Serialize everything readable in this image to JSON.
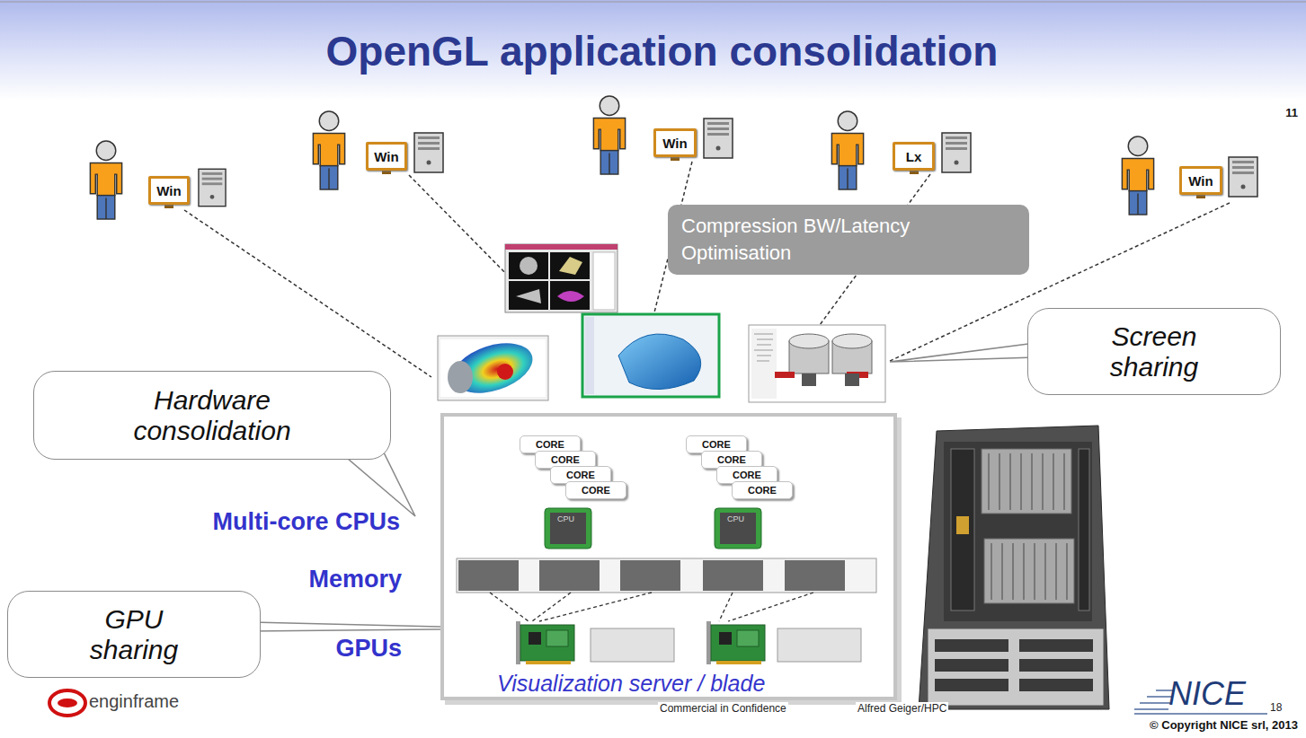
{
  "diagram": {
    "title": "OpenGL application consolidation",
    "nodes": [
      {
        "text": [
          "Win"
        ]
      },
      {
        "text": [
          "Win"
        ]
      },
      {
        "text": [
          "Win"
        ]
      },
      {
        "text": [
          "Lx"
        ]
      },
      {
        "text": [
          "Win"
        ]
      },
      {
        "text": [
          "Compression BW/Latency Optimisation"
        ]
      },
      {
        "text": [
          "Screen sharing"
        ]
      },
      {
        "text": [
          "Hardware consolidation"
        ]
      },
      {
        "text": [
          "Visualization server / blade"
        ]
      },
      {
        "text": [
          "CORE"
        ],
        "in": 8
      },
      {
        "text": [
          "CORE"
        ],
        "in": 8
      },
      {
        "text": [
          "CORE"
        ],
        "in": 8
      },
      {
        "text": [
          "CORE"
        ],
        "in": 8
      },
      {
        "text": [
          "CORE"
        ],
        "in": 8
      },
      {
        "text": [
          "CORE"
        ],
        "in": 8
      },
      {
        "text": [
          "CORE"
        ],
        "in": 8
      },
      {
        "text": [
          "CORE"
        ],
        "in": 8
      },
      {
        "text": [
          "GPU sharing"
        ]
      }
    ],
    "labels": [
      "11",
      "Multi-core CPUs",
      "Memory",
      "GPUs",
      "CPU",
      "CPU",
      "Commercial in Confidence",
      "Alfred Geiger/HPC",
      "enginframe",
      "NICE",
      "18",
      "© Copyright NICE srl, 2013"
    ]
  }
}
